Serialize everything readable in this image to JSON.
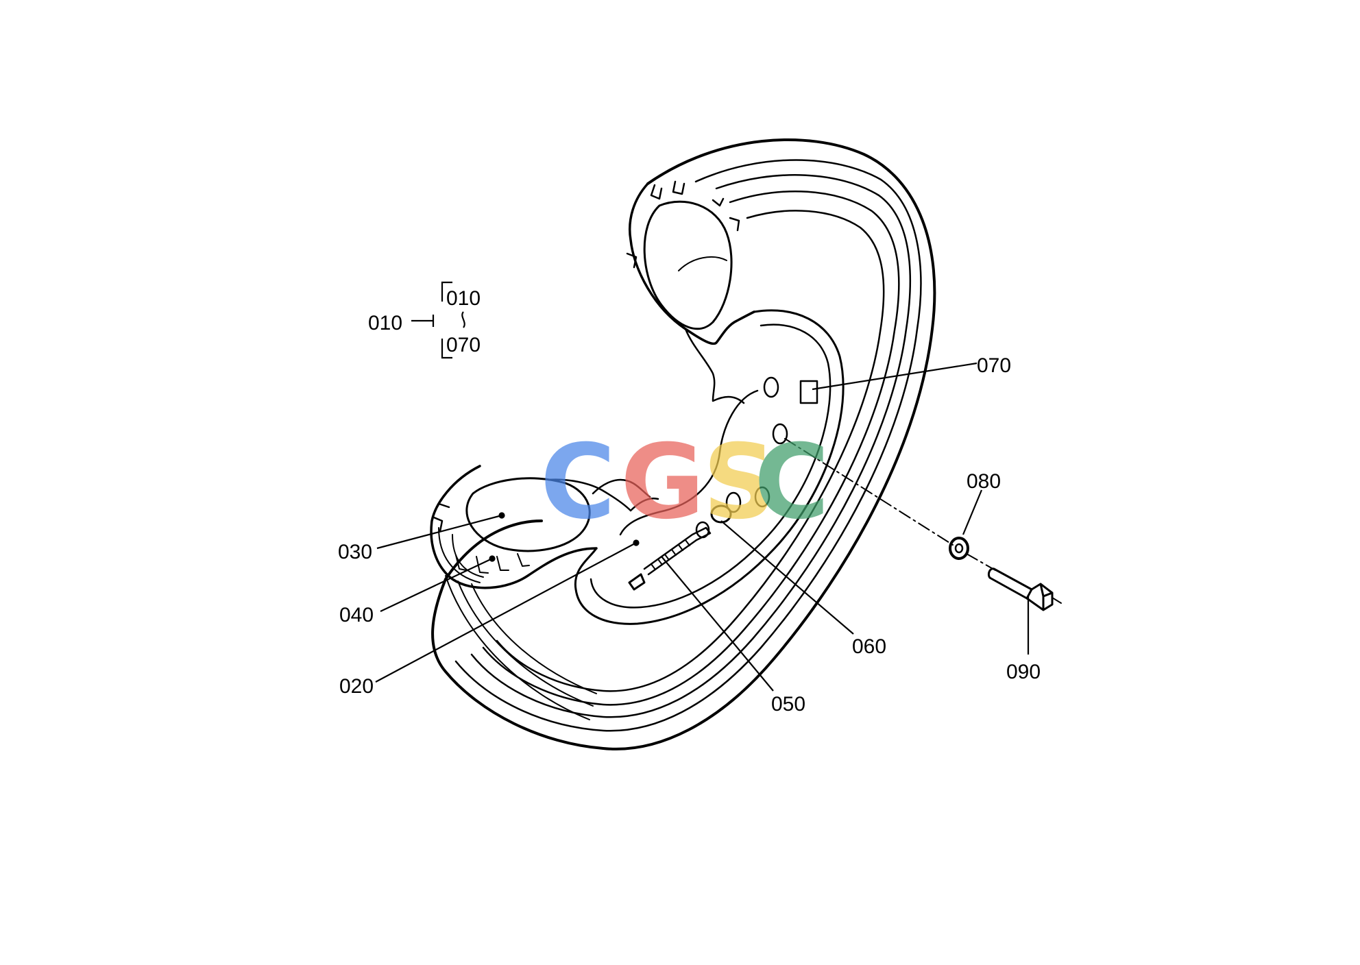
{
  "diagram": {
    "assembly_group": {
      "main": "010",
      "range_start": "010",
      "range_end": "070"
    },
    "callouts": [
      {
        "id": "callout-070",
        "label": "070"
      },
      {
        "id": "callout-080",
        "label": "080"
      },
      {
        "id": "callout-030",
        "label": "030"
      },
      {
        "id": "callout-040",
        "label": "040"
      },
      {
        "id": "callout-020",
        "label": "020"
      },
      {
        "id": "callout-060",
        "label": "060"
      },
      {
        "id": "callout-050",
        "label": "050"
      },
      {
        "id": "callout-090",
        "label": "090"
      }
    ],
    "watermark": {
      "letters": [
        "C",
        "G",
        "S",
        "C"
      ],
      "colors": [
        "#4a86e8",
        "#e8625a",
        "#f2cc50",
        "#3f9e6a"
      ]
    }
  }
}
